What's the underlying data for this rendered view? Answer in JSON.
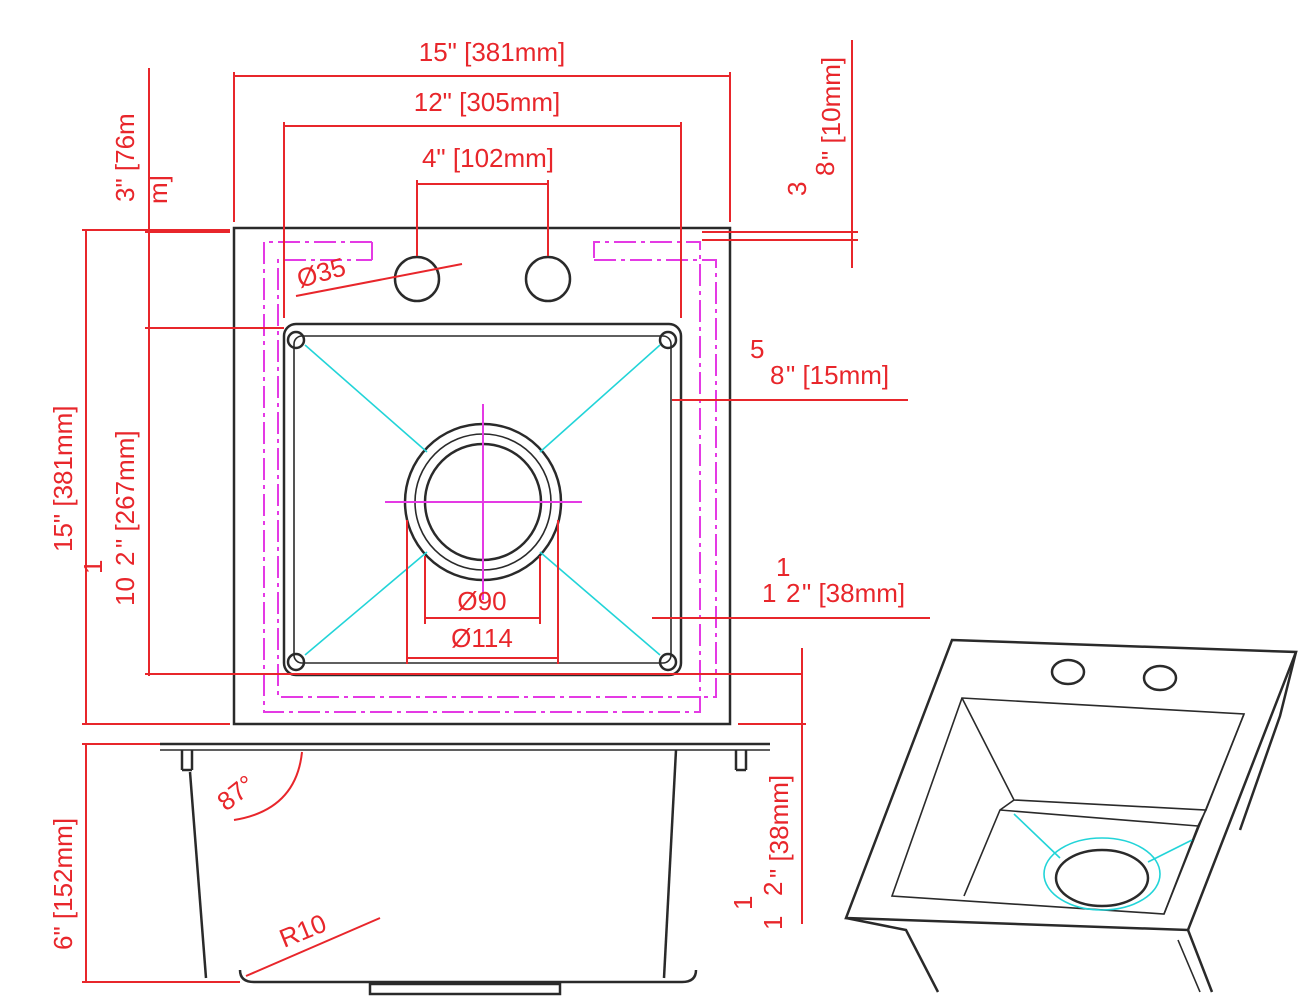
{
  "dimensions": {
    "overall_width": "15\" [381mm]",
    "bowl_width": "12\" [305mm]",
    "tap_spacing": "4\" [102mm]",
    "front_offset_a": "3\" [76m",
    "front_offset_b": "m]",
    "rim_thickness_num": "3",
    "rim_thickness_den": "8",
    "rim_thickness_unit": "\" [10mm]",
    "tap_hole": "Ø35",
    "side_gap_num": "5",
    "side_gap_den": "8",
    "side_gap_unit": "\" [15mm]",
    "overall_depth": "15\" [381mm]",
    "bowl_length_whole": "10",
    "bowl_length_num": "1",
    "bowl_length_den": "2",
    "bowl_length_unit": "\" [267mm]",
    "back_gap_whole": "1",
    "back_gap_num": "1",
    "back_gap_den": "2",
    "back_gap_unit": "\" [38mm]",
    "drain_inner": "Ø90",
    "drain_outer": "Ø114",
    "wall_angle": "87°",
    "bowl_height": "6\" [152mm]",
    "bottom_radius": "R10",
    "flange_height_whole": "1",
    "flange_height_num": "1",
    "flange_height_den": "2",
    "flange_height_unit": "\" [38mm]"
  },
  "colors": {
    "dimension": "#e8262b",
    "outline": "#2a2a2a",
    "hidden_line": "#e43ae4",
    "drain_slope": "#22d4d8"
  }
}
